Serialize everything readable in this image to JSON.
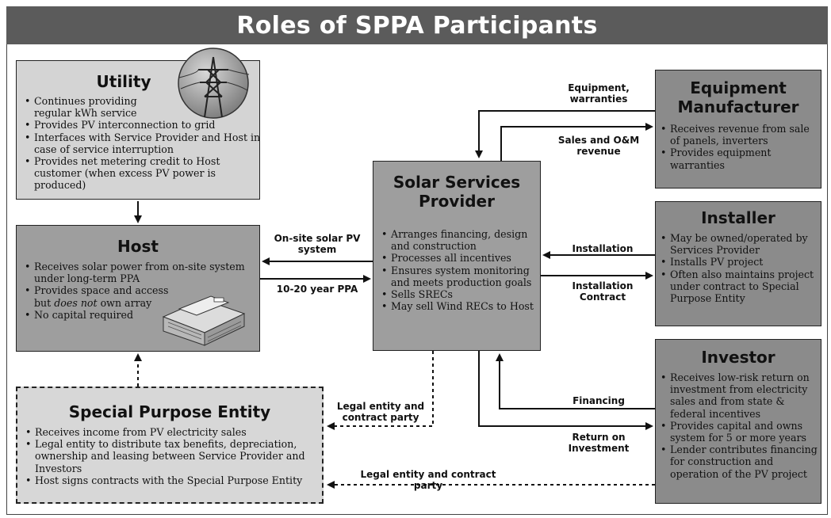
{
  "title": "Roles of SPPA Participants",
  "utility": {
    "title": "Utility",
    "items": [
      "Continues providing regular kWh service",
      "Provides PV interconnection to grid",
      "Interfaces with Service Provider and Host in case of service interruption",
      "Provides net metering credit to Host customer (when excess PV power is produced)"
    ]
  },
  "host": {
    "title": "Host",
    "item1": "Receives solar power from on-site system under long-term PPA",
    "item2_pre": "Provides space and access but ",
    "item2_em": "does not",
    "item2_post": " own array",
    "item3": "No capital required"
  },
  "spe": {
    "title": "Special Purpose Entity",
    "items": [
      "Receives income from PV electricity sales",
      "Legal entity to distribute tax benefits, depreciation, ownership and leasing between Service Provider and Investors",
      "Host signs contracts with the Special Purpose Entity"
    ]
  },
  "ssp": {
    "title": "Solar Services Provider",
    "items": [
      "Arranges financing, design and construction",
      "Processes all incentives",
      "Ensures system monitoring and meets production goals",
      "Sells SRECs",
      "May sell Wind RECs to Host"
    ]
  },
  "manufacturer": {
    "title": "Equipment Manufacturer",
    "items": [
      "Receives revenue from sale of panels, inverters",
      "Provides equipment warranties"
    ]
  },
  "installer": {
    "title": "Installer",
    "items": [
      "May be owned/operated by Services Provider",
      "Installs PV project",
      "Often also maintains project under contract to Special Purpose Entity"
    ]
  },
  "investor": {
    "title": "Investor",
    "items": [
      "Receives low-risk return on investment from electricity sales and from state & federal incentives",
      "Provides capital and owns system for 5 or more years",
      "Lender contributes financing for construction and operation of the PV project"
    ]
  },
  "labels": {
    "equipment_warranties": "Equipment, warranties",
    "sales_om_revenue": "Sales and O&M revenue",
    "onsite_solar": "On-site solar PV system",
    "ppa": "10-20 year PPA",
    "installation": "Installation",
    "installation_contract": "Installation Contract",
    "financing": "Financing",
    "return_on_investment": "Return on Investment",
    "legal_entity_1": "Legal entity and contract party",
    "legal_entity_2": "Legal entity and contract party"
  }
}
